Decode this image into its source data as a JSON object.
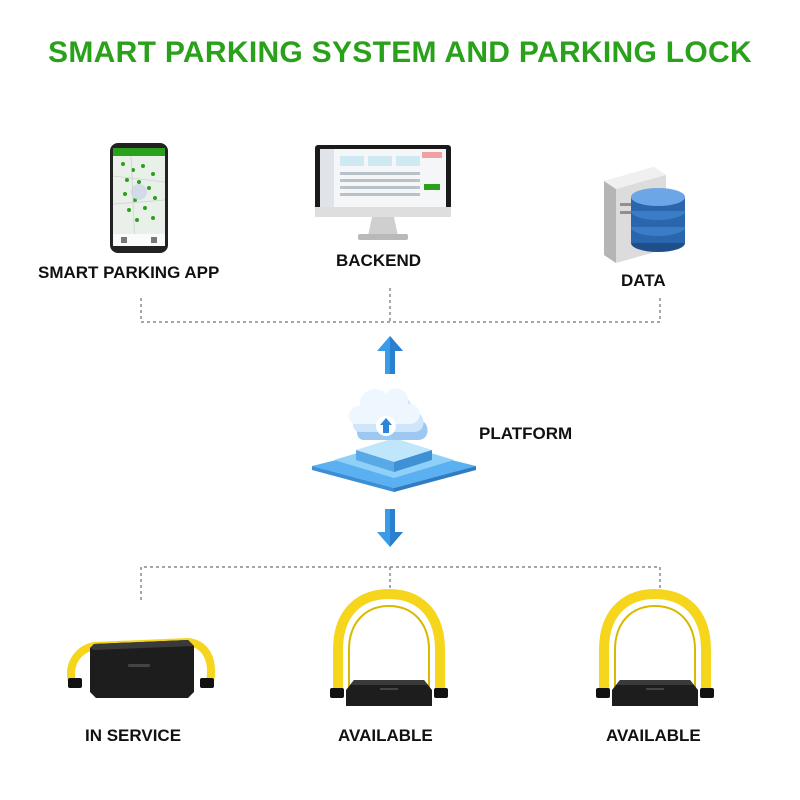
{
  "title": "SMART PARKING SYSTEM AND PARKING LOCK",
  "nodes": {
    "app": {
      "label": "SMART PARKING APP"
    },
    "backend": {
      "label": "BACKEND"
    },
    "data": {
      "label": "DATA"
    },
    "platform": {
      "label": "PLATFORM"
    },
    "lock1": {
      "label": "IN SERVICE"
    },
    "lock2": {
      "label": "AVAILABLE"
    },
    "lock3": {
      "label": "AVAILABLE"
    }
  },
  "colors": {
    "title": "#2aa11a",
    "connector": "#8a8a8a",
    "arrow": "#3a9be8",
    "lock_arm": "#f5d61d",
    "lock_body": "#1d1d1d"
  }
}
